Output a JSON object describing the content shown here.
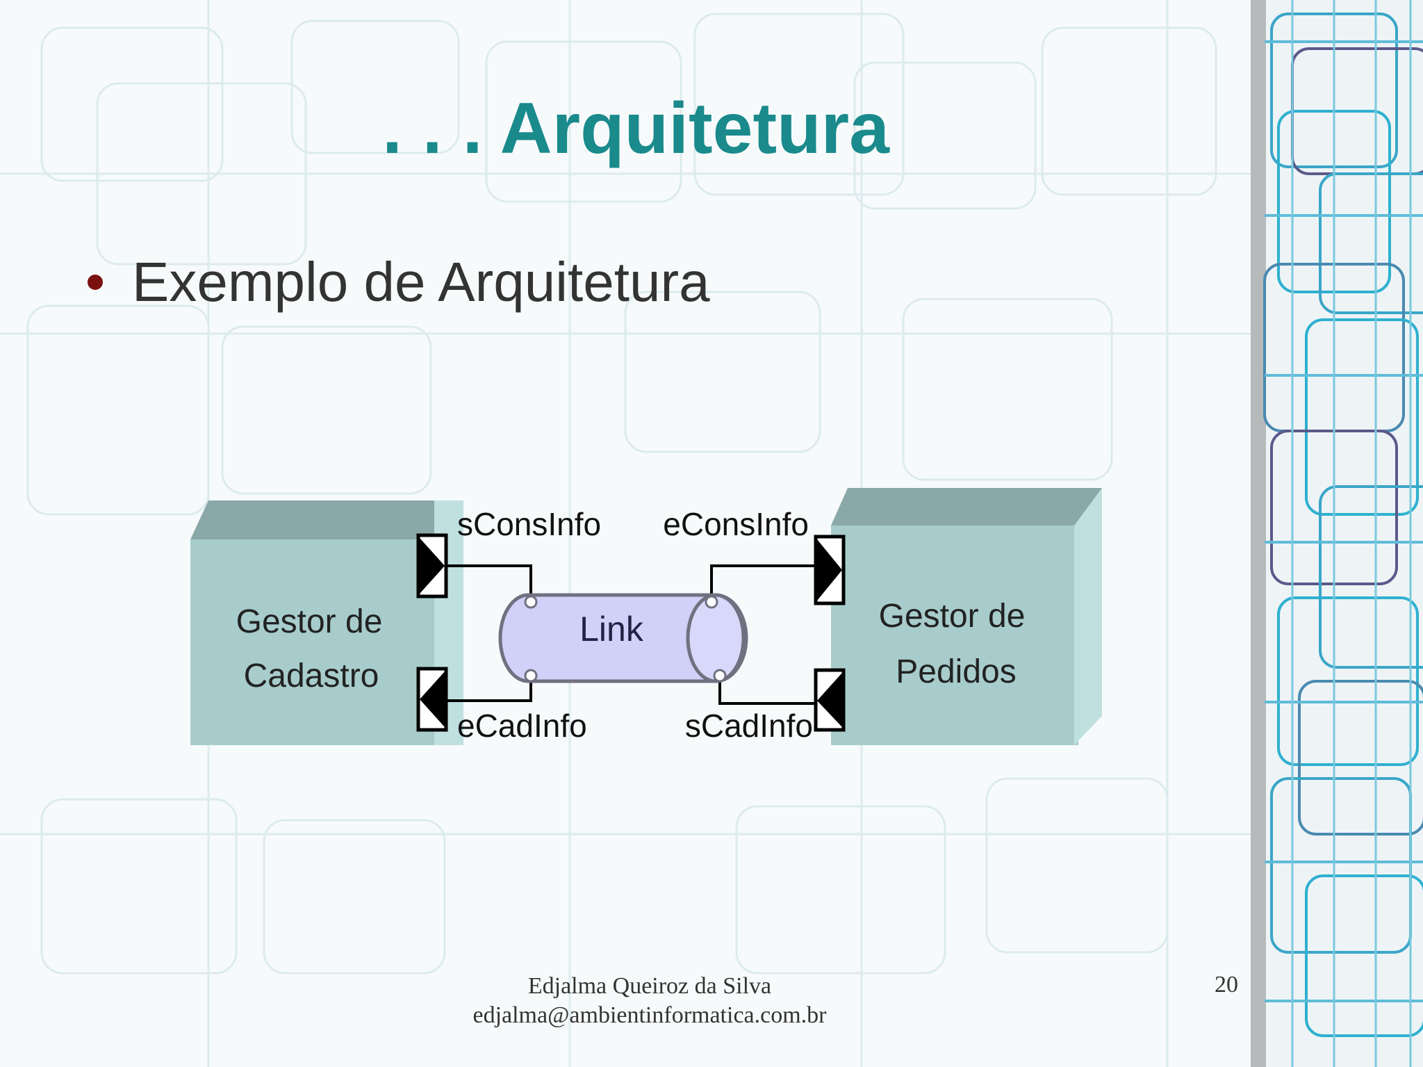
{
  "slide": {
    "title": ". . . Arquitetura",
    "bullet": "Exemplo de Arquitetura",
    "footer_name": "Edjalma Queiroz da Silva",
    "footer_email": "edjalma@ambientinformatica.com.br",
    "page_number": "20"
  },
  "diagram": {
    "left_component": {
      "line1": "Gestor de",
      "line2": "Cadastro"
    },
    "right_component": {
      "line1": "Gestor de",
      "line2": "Pedidos"
    },
    "connector": "Link",
    "ports": {
      "left_top": "sConsInfo",
      "left_bottom": "eCadInfo",
      "right_top": "eConsInfo",
      "right_bottom": "sCadInfo"
    }
  },
  "colors": {
    "title": "#1a8a8c",
    "bullet_dot": "#7a1010",
    "box_face": "#a8cccc",
    "box_top": "#8aa8a8",
    "box_side": "#c0e0e0",
    "link_fill": "#d0d0f8",
    "link_stroke": "#707080"
  }
}
